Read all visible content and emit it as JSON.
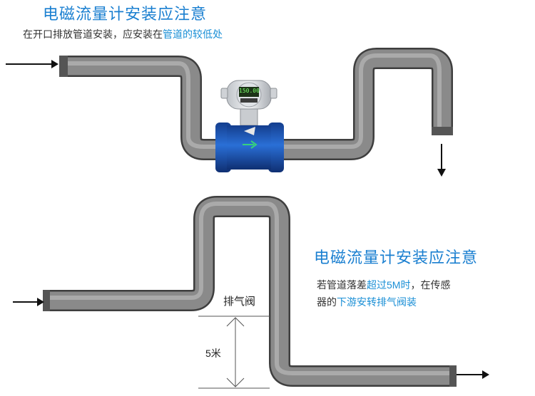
{
  "top_section": {
    "title": "电磁流量计安装应注意",
    "desc_plain": "在开口排放管道安装，应安装在",
    "desc_highlight": "管道的较低处"
  },
  "bottom_section": {
    "title": "电磁流量计安装应注意",
    "line1_plain": "若管道落差",
    "line1_highlight": "超过5M时",
    "line1_tail": "，在传感",
    "line2_plain": "器的",
    "line2_highlight": "下游安转排气阀装"
  },
  "meter": {
    "display_value": "150.00"
  },
  "labels": {
    "valve": "排气阀",
    "height": "5米"
  },
  "colors": {
    "title": "#1a7fd0",
    "highlight": "#1a8fd6",
    "pipe": "#7d7d7d",
    "meter_body": "#1e55b8"
  }
}
